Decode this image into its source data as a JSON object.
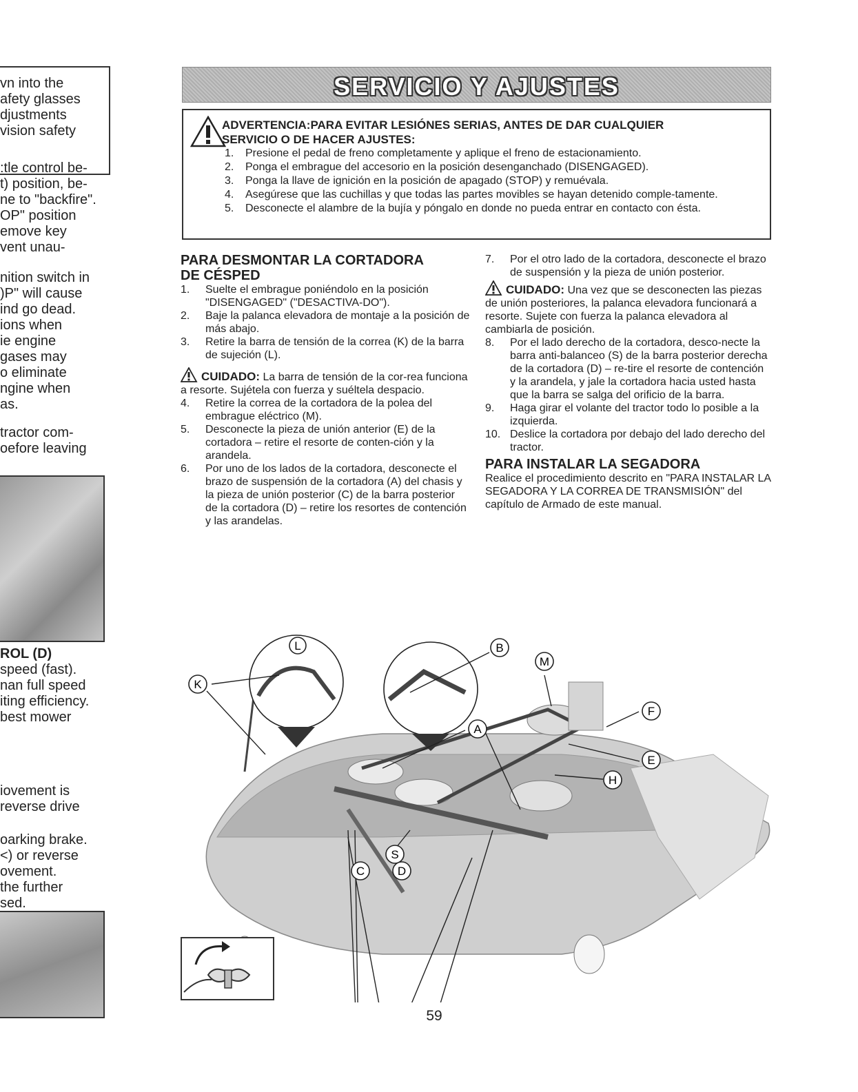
{
  "left_column": {
    "block1": [
      "vn into the",
      "afety glasses",
      "djustments",
      "vision safety"
    ],
    "block2": [
      ":tle control be-",
      "t) position, be-",
      "ne to \"backfire\".",
      "OP\" position",
      "emove key",
      "vent unau-"
    ],
    "block3": [
      "nition switch in",
      ")P\" will cause",
      "ind go dead.",
      "ions when",
      "ie engine",
      "gases may",
      "o eliminate",
      "ngine when",
      "as."
    ],
    "block4": [
      "tractor com-",
      "oefore leaving"
    ],
    "block5_heading": "ROL (D)",
    "block5": [
      "speed (fast).",
      "nan full speed",
      "iting efficiency.",
      "best mower"
    ],
    "block6": [
      "iovement is",
      "reverse drive"
    ],
    "block7": [
      "oarking brake.",
      "<) or reverse",
      "ovement.",
      "the further",
      "sed."
    ]
  },
  "header": {
    "title": "SERVICIO Y AJUSTES"
  },
  "warning": {
    "title_line1": "ADVERTENCIA:PARA EVITAR LESIÓNES SERIAS, ANTES DE DAR CUALQUIER",
    "title_line2": "SERVICIO O DE HACER AJUSTES:",
    "items": [
      {
        "num": "1.",
        "text": "Presione el pedal de freno completamente y aplique el freno de estacionamiento."
      },
      {
        "num": "2.",
        "text": "Ponga el embrague del accesorio en la posición desenganchado (DISENGAGED)."
      },
      {
        "num": "3.",
        "text": "Ponga la llave de ignición en la posición de apagado (STOP) y remuévala."
      },
      {
        "num": "4.",
        "text": "Asegúrese que las cuchillas y que todas las partes movibles se hayan detenido comple-tamente."
      },
      {
        "num": "5.",
        "text": "Desconecte el alambre de la bujía y póngalo en donde no pueda entrar en contacto con ésta."
      }
    ]
  },
  "section_remove": {
    "heading_line1": "PARA DESMONTAR LA CORTADORA",
    "heading_line2": "DE CÉSPED",
    "steps_a": [
      {
        "num": "1.",
        "text": "Suelte el embrague poniéndolo en la posición \"DISENGAGED\" (\"DESACTIVA-DO\")."
      },
      {
        "num": "2.",
        "text": "Baje la palanca elevadora de montaje a la posición de más abajo."
      },
      {
        "num": "3.",
        "text": "Retire la barra de tensión de la correa (K) de la barra de sujeción (L)."
      }
    ],
    "caution_label": "CUIDADO:",
    "caution_text": " La barra de tensión de la cor-rea funciona a resorte. Sujétela con fuerza y suéltela despacio.",
    "steps_b": [
      {
        "num": "4.",
        "text": "Retire la correa de la cortadora de la polea del embrague eléctrico (M)."
      },
      {
        "num": "5.",
        "text": "Desconecte la pieza de unión anterior (E) de la cortadora – retire el resorte de conten-ción y la arandela."
      },
      {
        "num": "6.",
        "text": "Por uno de los lados de la cortadora, desconecte el brazo de suspensión de la cortadora (A) del chasis y la pieza de unión posterior (C) de la barra posterior de la cortadora (D) – retire los resortes de contención y las arandelas."
      }
    ],
    "step7": {
      "num": "7.",
      "text": "Por el otro lado de la cortadora, desconecte el brazo de suspensión y la pieza de unión posterior."
    },
    "caution2_label": "CUIDADO:",
    "caution2_text": " Una vez que se desconecten las piezas de unión posteriores, la palanca elevadora funcionará a resorte. Sujete con fuerza la palanca elevadora al cambiarla de posición.",
    "steps_c": [
      {
        "num": "8.",
        "text": "Por el lado derecho de la cortadora, desco-necte la barra anti-balanceo (S) de la barra posterior derecha de la cortadora (D) – re-tire el resorte de contención y la arandela, y jale la cortadora hacia usted hasta que la barra se salga del orificio de la barra."
      },
      {
        "num": "9.",
        "text": "Haga girar el volante del tractor todo lo posible a la izquierda."
      },
      {
        "num": "10.",
        "text": "Deslice la cortadora por debajo del lado derecho del tractor."
      }
    ]
  },
  "section_install": {
    "heading": "PARA INSTALAR LA SEGADORA",
    "text": "Realice el procedimiento descrito en \"PARA INSTALAR LA SEGADORA Y LA CORREA DE TRANSMISIÓN\" del capítulo de Armado de este manual."
  },
  "diagram_labels": {
    "L": "L",
    "K": "K",
    "B": "B",
    "M": "M",
    "F": "F",
    "A": "A",
    "E": "E",
    "H": "H",
    "S": "S",
    "C": "C",
    "D": "D"
  },
  "page_number": "59"
}
